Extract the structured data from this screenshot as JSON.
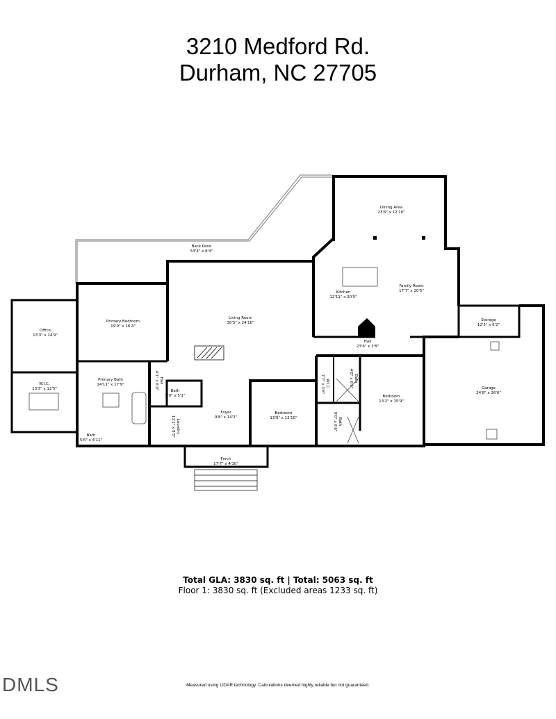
{
  "header": {
    "address_line1": "3210 Medford Rd.",
    "address_line2": "Durham, NC 27705"
  },
  "rooms": {
    "back_patio": {
      "name": "Back Patio",
      "dims": "53'4\" x 8'4\""
    },
    "dining_area": {
      "name": "Dining Area",
      "dims": "23'6\" x 12'10\""
    },
    "kitchen": {
      "name": "Kitchen",
      "dims": "12'11\" x 20'5\""
    },
    "family_room": {
      "name": "Family Room",
      "dims": "17'7\" x 20'5\""
    },
    "office": {
      "name": "Office",
      "dims": "13'3\" x 14'9\""
    },
    "primary_bedroom": {
      "name": "Primary Bedroom",
      "dims": "19'0\" x 16'4\""
    },
    "living_room": {
      "name": "Living Room",
      "dims": "30'5\" x 24'10\""
    },
    "storage": {
      "name": "Storage",
      "dims": "12'5\" x 6'2\""
    },
    "hall_main": {
      "name": "Hall",
      "dims": "23'6\" x 3'8\""
    },
    "wic_primary": {
      "name": "W.I.C.",
      "dims": "13'3\" x 12'5\""
    },
    "primary_bath": {
      "name": "Primary Bath",
      "dims": "14'11\" x 17'9\""
    },
    "hall_small": {
      "name": "Hall",
      "dims": "4'1\" x 6'0\""
    },
    "bath_half": {
      "name": "Bath",
      "dims": "5'0\" x 5'1\""
    },
    "laundry": {
      "name": "Laundry",
      "dims": "11'1\" x 8'5\""
    },
    "bath_primary_wc": {
      "name": "Bath",
      "dims": "5'6\" x 4'11\""
    },
    "foyer": {
      "name": "Foyer",
      "dims": "9'8\" x 14'2\""
    },
    "bedroom_1": {
      "name": "Bedroom",
      "dims": "13'9\" x 13'10\""
    },
    "wic_small": {
      "name": "W.I.C.",
      "dims": "7'7\" x 3'6\""
    },
    "bath_jack": {
      "name": "Bath",
      "dims": "4'8\" x 6'6\""
    },
    "bath_2": {
      "name": "Bath",
      "dims": "9'0\" x 6'6\""
    },
    "bedroom_2": {
      "name": "Bedroom",
      "dims": "13'2\" x 15'9\""
    },
    "garage": {
      "name": "Garage",
      "dims": "24'8\" x 26'6\""
    },
    "porch": {
      "name": "Porch",
      "dims": "17'7\" x 4'10\""
    }
  },
  "totals": {
    "line1": "Total GLA: 3830 sq. ft | Total: 5063 sq. ft",
    "line2": "Floor 1: 3830 sq. ft (Excluded areas 1233 sq. ft)"
  },
  "footer": {
    "logo": "DMLS",
    "disclaimer": "Measured using LiDAR technology. Calculations deemed highly reliable but not guaranteed."
  }
}
